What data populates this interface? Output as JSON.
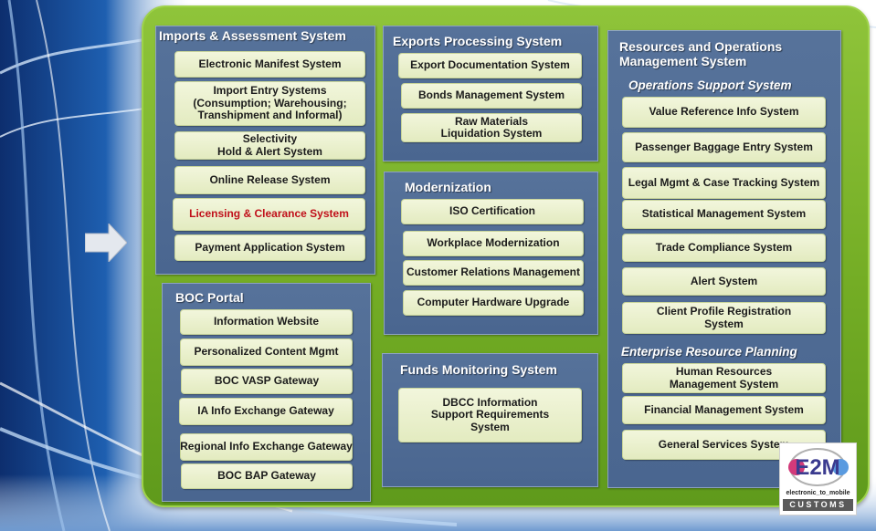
{
  "imports": {
    "title": "Imports & Assessment System",
    "items": [
      "Electronic Manifest System",
      "Import Entry Systems\n(Consumption; Warehousing;\nTranshipment and Informal)",
      "Selectivity\nHold & Alert System",
      "Online Release System",
      "Licensing & Clearance System",
      "Payment Application System"
    ]
  },
  "exports": {
    "title": "Exports Processing System",
    "items": [
      "Export Documentation System",
      "Bonds Management System",
      "Raw Materials\nLiquidation System"
    ]
  },
  "modernization": {
    "title": "Modernization",
    "items": [
      "ISO Certification",
      "Workplace Modernization",
      "Customer Relations Management",
      "Computer Hardware Upgrade"
    ]
  },
  "funds": {
    "title": "Funds Monitoring System",
    "items": [
      "DBCC Information\nSupport Requirements\nSystem"
    ]
  },
  "portal": {
    "title": "BOC Portal",
    "items": [
      "Information Website",
      "Personalized Content Mgmt",
      "BOC VASP Gateway",
      "IA Info Exchange Gateway",
      "Regional Info Exchange Gateway",
      "BOC BAP Gateway"
    ]
  },
  "resources": {
    "title": "Resources and Operations\nManagement System",
    "ops_title": "Operations Support System",
    "ops_items": [
      "Value Reference Info System",
      "Passenger Baggage Entry System",
      "Legal Mgmt & Case Tracking System",
      "Statistical Management System",
      "Trade Compliance System",
      "Alert System",
      "Client Profile Registration\nSystem"
    ],
    "erp_title": "Enterprise Resource Planning",
    "erp_items": [
      "Human Resources\nManagement System",
      "Financial Management System",
      "General Services System"
    ]
  },
  "logo": {
    "letters": "E2M",
    "tagline": "electronic_to_mobile",
    "band": "CUSTOMS"
  },
  "colors": {
    "frame_green": "#74ad25",
    "panel_blue": "#4a6690",
    "box_fill": "#e9efcb",
    "highlight_red": "#c0101a"
  }
}
